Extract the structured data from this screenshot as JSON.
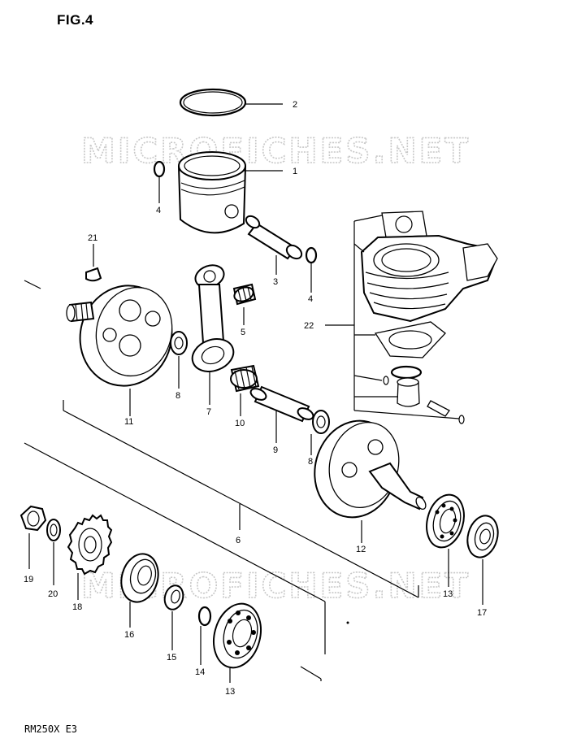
{
  "figure": {
    "title": "FIG.4",
    "model_code": "RM250X  E3",
    "watermark": "MICROFICHES.NET"
  },
  "callouts": [
    {
      "id": "1",
      "label": "1"
    },
    {
      "id": "2",
      "label": "2"
    },
    {
      "id": "3",
      "label": "3"
    },
    {
      "id": "4a",
      "label": "4"
    },
    {
      "id": "4b",
      "label": "4"
    },
    {
      "id": "5",
      "label": "5"
    },
    {
      "id": "6",
      "label": "6"
    },
    {
      "id": "7",
      "label": "7"
    },
    {
      "id": "8a",
      "label": "8"
    },
    {
      "id": "8b",
      "label": "8"
    },
    {
      "id": "9",
      "label": "9"
    },
    {
      "id": "10",
      "label": "10"
    },
    {
      "id": "11",
      "label": "11"
    },
    {
      "id": "12",
      "label": "12"
    },
    {
      "id": "13a",
      "label": "13"
    },
    {
      "id": "13b",
      "label": "13"
    },
    {
      "id": "14",
      "label": "14"
    },
    {
      "id": "15",
      "label": "15"
    },
    {
      "id": "16",
      "label": "16"
    },
    {
      "id": "17",
      "label": "17"
    },
    {
      "id": "18",
      "label": "18"
    },
    {
      "id": "19",
      "label": "19"
    },
    {
      "id": "20",
      "label": "20"
    },
    {
      "id": "21",
      "label": "21"
    },
    {
      "id": "22",
      "label": "22"
    }
  ]
}
